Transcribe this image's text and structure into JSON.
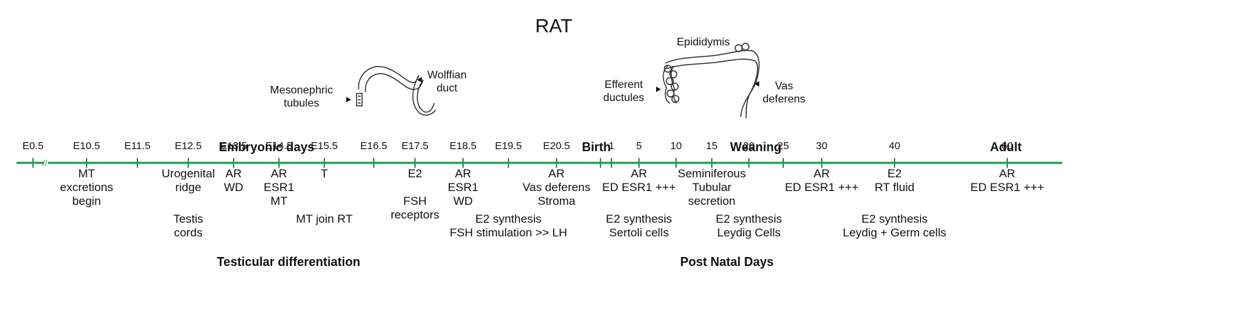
{
  "title": "RAT",
  "section_headers": {
    "embryonic": "Embryonic days",
    "birth": "Birth",
    "weaning": "Weaning",
    "adult": "Adult",
    "testicular": "Testicular differentiation",
    "postnatal": "Post Natal Days"
  },
  "ticks": [
    {
      "label": "E0.5",
      "pos": 0
    },
    {
      "label": "E10.5",
      "pos": 1
    },
    {
      "label": "E11.5",
      "pos": 2
    },
    {
      "label": "E12.5",
      "pos": 3
    },
    {
      "label": "E13.5",
      "pos": 4
    },
    {
      "label": "E14.5",
      "pos": 5
    },
    {
      "label": "E15.5",
      "pos": 6
    },
    {
      "label": "E16.5",
      "pos": 7
    },
    {
      "label": "E17.5",
      "pos": 8
    },
    {
      "label": "E18.5",
      "pos": 9
    },
    {
      "label": "E19.5",
      "pos": 10
    },
    {
      "label": "E20.5",
      "pos": 11
    },
    {
      "label": "1",
      "pos": 12
    },
    {
      "label": "5",
      "pos": 13
    },
    {
      "label": "10",
      "pos": 14
    },
    {
      "label": "15",
      "pos": 15
    },
    {
      "label": "20",
      "pos": 16
    },
    {
      "label": "25",
      "pos": 17
    },
    {
      "label": "30",
      "pos": 18
    },
    {
      "label": "40",
      "pos": 19
    },
    {
      "label": "60",
      "pos": 20
    }
  ],
  "events": [
    {
      "pos": 1,
      "row": 0,
      "text": "MT\nexcretions\nbegin"
    },
    {
      "pos": 3,
      "row": 0,
      "text": "Urogenital\nridge"
    },
    {
      "pos": 4,
      "row": 0,
      "text": "AR\nWD"
    },
    {
      "pos": 5,
      "row": 0,
      "text": "AR\nESR1\nMT"
    },
    {
      "pos": 6,
      "row": 0,
      "text": "T"
    },
    {
      "pos": 8,
      "row": 0,
      "text": "E2\n\nFSH\nreceptors"
    },
    {
      "pos": 9,
      "row": 0,
      "text": "AR\nESR1\nWD"
    },
    {
      "pos": 11,
      "row": 0,
      "text": "AR\nVas deferens\nStroma"
    },
    {
      "pos": 13,
      "row": 0,
      "text": "AR\nED  ESR1  +++"
    },
    {
      "pos": 15,
      "row": 0,
      "text": "Seminiferous\nTubular\nsecretion"
    },
    {
      "pos": 18,
      "row": 0,
      "text": "AR\nED  ESR1  +++"
    },
    {
      "pos": 19,
      "row": 0,
      "text": "E2\nRT fluid"
    },
    {
      "pos": 20,
      "row": 0,
      "text": "AR\nED  ESR1  +++"
    },
    {
      "pos": 3,
      "row": 1,
      "text": "Testis\ncords"
    },
    {
      "pos": 6,
      "row": 1,
      "text": "MT join RT"
    },
    {
      "pos": 10,
      "row": 1,
      "text": "E2 synthesis\nFSH stimulation >> LH"
    },
    {
      "pos": 13,
      "row": 1,
      "text": "E2 synthesis\nSertoli cells"
    },
    {
      "pos": 16,
      "row": 1,
      "text": "E2 synthesis\nLeydig Cells"
    },
    {
      "pos": 19,
      "row": 1,
      "text": "E2 synthesis\nLeydig + Germ cells"
    }
  ],
  "illustration_labels": {
    "mesonephric": "Mesonephric\ntubules",
    "wolffian": "Wolffian\nduct",
    "epididymis": "Epididymis",
    "efferent": "Efferent\nductules",
    "vas": "Vas\ndeferens"
  },
  "colors": {
    "axis": "#1a9a4a",
    "text": "#111111"
  }
}
